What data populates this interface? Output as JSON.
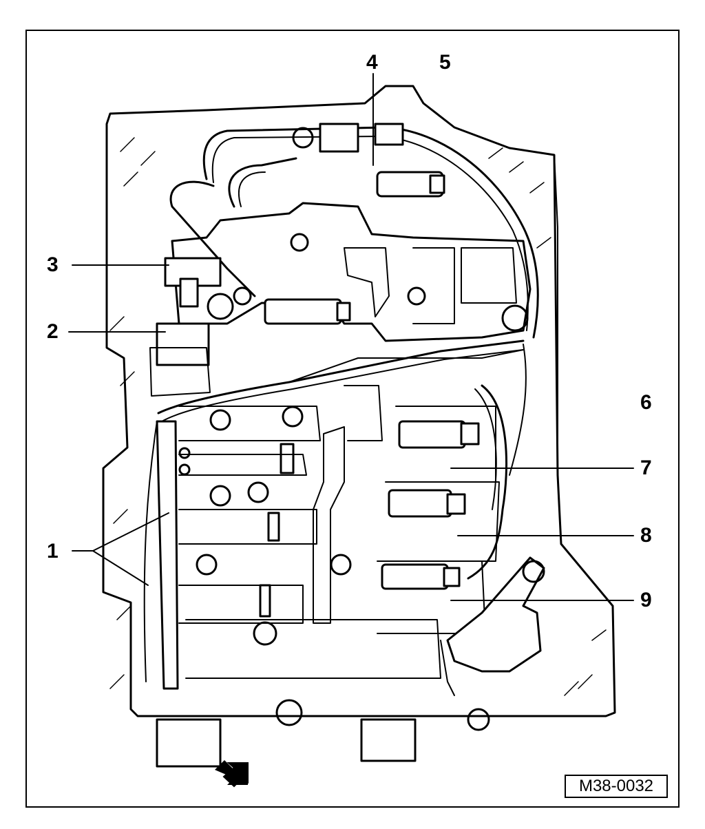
{
  "figure_id": "M38-0032",
  "callouts": [
    {
      "key": "1",
      "label": "1"
    },
    {
      "key": "2",
      "label": "2"
    },
    {
      "key": "3",
      "label": "3"
    },
    {
      "key": "4",
      "label": "4"
    },
    {
      "key": "5",
      "label": "5"
    },
    {
      "key": "6",
      "label": "6"
    },
    {
      "key": "7",
      "label": "7"
    },
    {
      "key": "8",
      "label": "8"
    },
    {
      "key": "9",
      "label": "9"
    }
  ],
  "colors": {
    "line": "#000000",
    "background": "#ffffff"
  },
  "icons": {
    "direction_arrow": "arrow-pointer-icon"
  }
}
